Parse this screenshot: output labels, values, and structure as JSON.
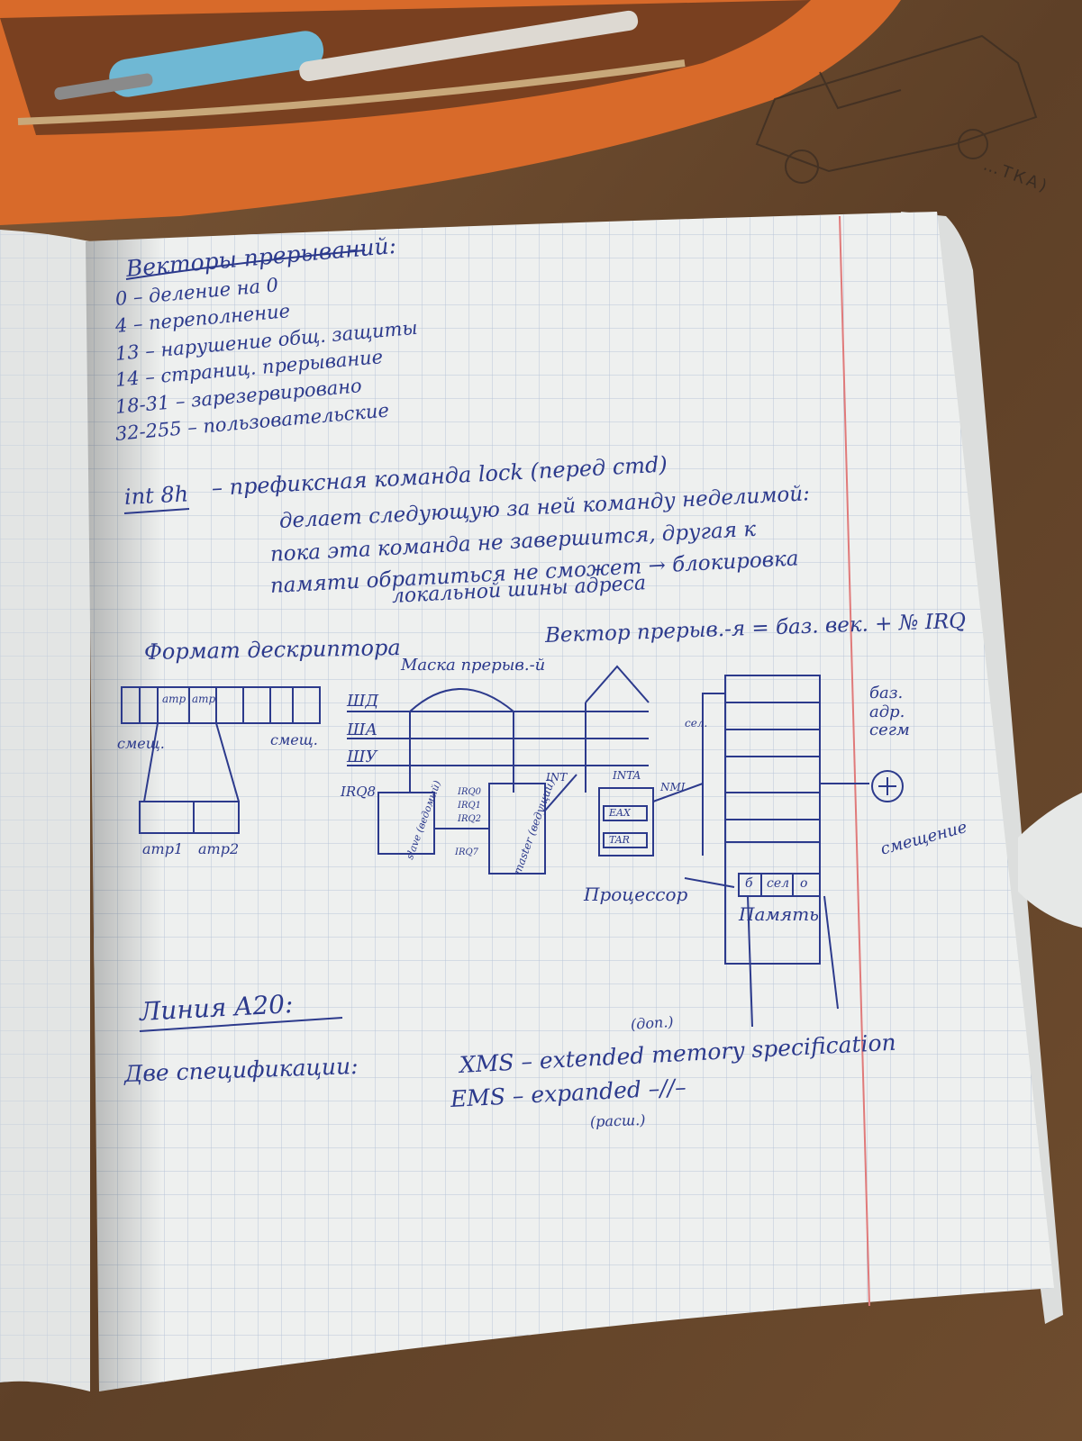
{
  "colors": {
    "table": "#6b4a2c",
    "pencil_case": "#d86a2a",
    "paper": "#eef0ef",
    "grid": "#b9c6d8",
    "ink": "#2c3a8c",
    "margin_line": "#e07a7a"
  },
  "desk_scribble": "…ТКА)",
  "notes": {
    "vectors_title": "Векторы прерываний:",
    "vectors": [
      "0 – деление на 0",
      "4 – переполнение",
      "13 – нарушение общ. защиты",
      "14 – страниц. прерывание",
      "18-31 – зарезервировано",
      "32-255 – пользовательские"
    ],
    "int_label": "int 8h",
    "int_lines": [
      "– префиксная команда lock (перед cmd)",
      "делает следующую за ней команду неделимой:",
      "пока эта команда не завершится, другая к",
      "памяти обратиться не сможет → блокировка",
      "локальной шины адреса"
    ]
  },
  "diagram": {
    "descriptor_title": "Формат дескриптора",
    "vector_formula": "Вектор прерыв.-я = баз. век. + № IRQ",
    "mask_label": "Маска прерыв.-й",
    "bus_labels": [
      "ШД",
      "ША",
      "ШУ"
    ],
    "field_labels": [
      "смещ.",
      "смещ.",
      "атр",
      "атр"
    ],
    "attr_labels": [
      "атр1",
      "атр2"
    ],
    "irq_label": "IRQ8",
    "slave": "slave (ведомый)",
    "master": "master (ведущий)",
    "irq_pins": [
      "IRQ0",
      "IRQ1",
      "IRQ2",
      "IRQ7"
    ],
    "int_signal": "INT",
    "inta_signal": "INTA",
    "nmi_signal": "NMI",
    "registers": [
      "EAX",
      "TAR"
    ],
    "processor": "Процессор",
    "memory": "Память",
    "memory_cells": [
      "б",
      "сел",
      "о"
    ],
    "sel_label": "сел.",
    "base_addr": "баз. адр. сегм",
    "offset_label": "смещение"
  },
  "a20": {
    "title": "Линия A20:",
    "spec_intro": "Две спецификации:",
    "xms": "XMS – extended memory specification",
    "xms_note": "(доп.)",
    "ems": "EMS – expanded –//–",
    "ems_note": "(расш.)"
  }
}
